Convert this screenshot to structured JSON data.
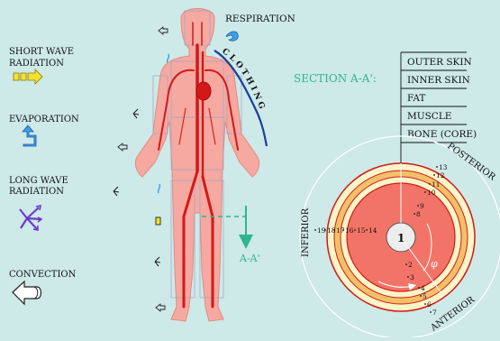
{
  "legend": {
    "short_wave": "SHORT WAVE\nRADIATION",
    "evaporation": "EVAPORATION",
    "long_wave": "LONG WAVE\nRADIATION",
    "convection": "CONVECTION"
  },
  "labels": {
    "respiration": "RESPIRATION",
    "clothing": "CLOTHING",
    "section_title": "SECTION A-A':",
    "cut_label": "A-A'"
  },
  "layers": [
    "OUTER SKIN",
    "INNER SKIN",
    "FAT",
    "MUSCLE",
    "BONE (CORE)"
  ],
  "section": {
    "posterior": "POSTERIOR",
    "inferior": "INFERIOR",
    "anterior": "ANTERIOR",
    "core_label": "1",
    "phi": "φ",
    "nodes": [
      "2",
      "3",
      "4",
      "5",
      "6",
      "7",
      "8",
      "9",
      "10",
      "11",
      "12",
      "13",
      "14",
      "15",
      "16",
      "17",
      "18",
      "19"
    ]
  },
  "colors": {
    "background": "#cde9e8",
    "body": "#f6a9a0",
    "blood": "#d41818",
    "skin_outer": "#fbf5c8",
    "skin_inner": "#f3c06a",
    "muscle": "#f27468",
    "accent_green": "#2fb58e",
    "clothing": "#1a3e9c"
  }
}
